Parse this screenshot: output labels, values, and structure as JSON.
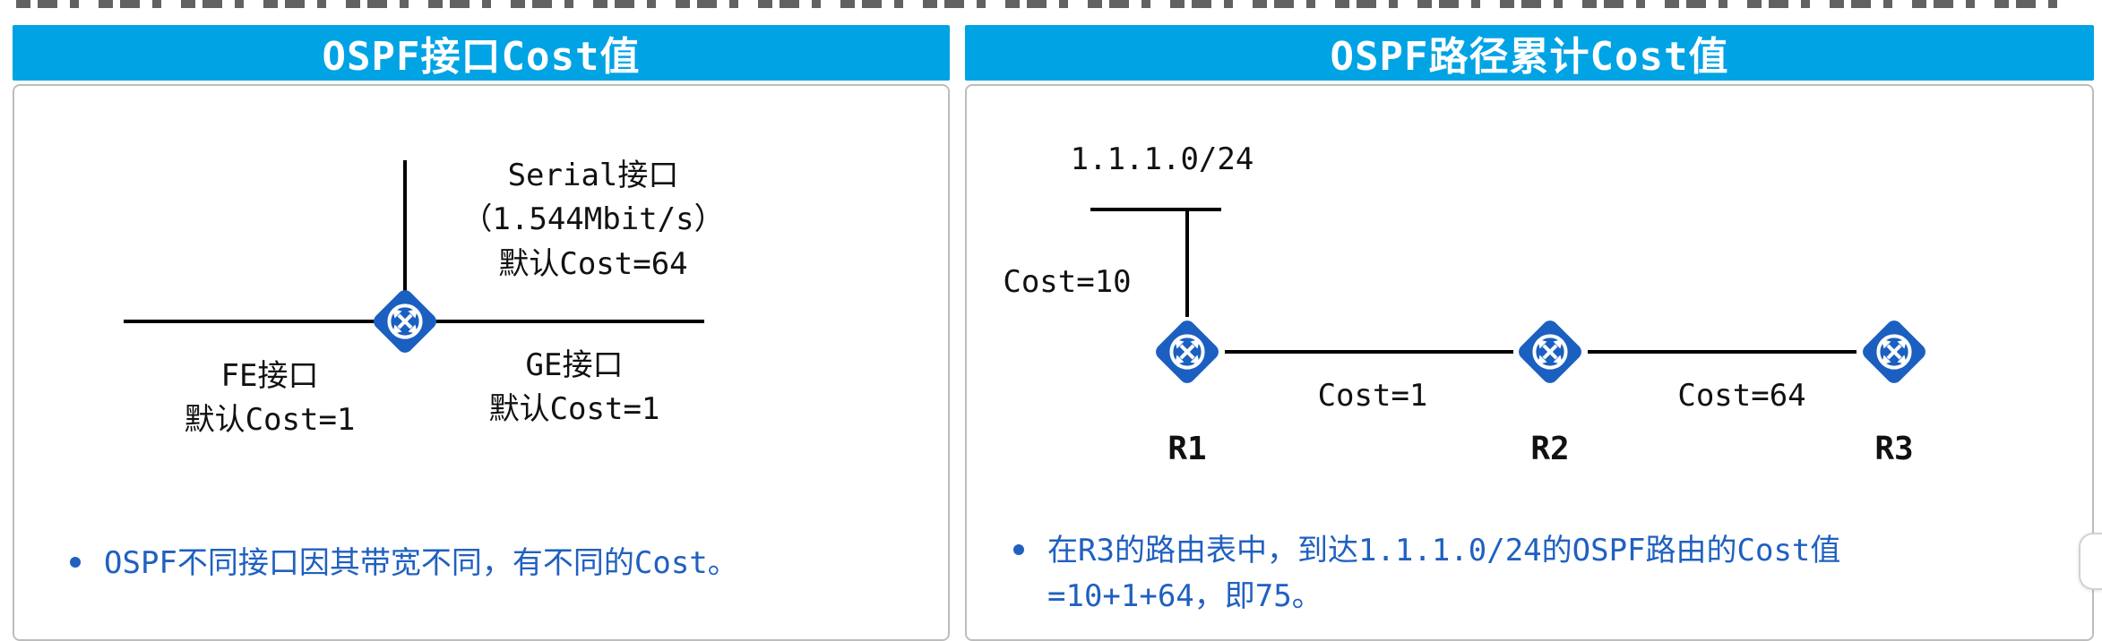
{
  "left_panel": {
    "title": "OSPF接口Cost值",
    "serial_line1": "Serial接口",
    "serial_line2": "（1.544Mbit/s）",
    "serial_line3": "默认Cost=64",
    "fe_line1": "FE接口",
    "fe_line2": "默认Cost=1",
    "ge_line1": "GE接口",
    "ge_line2": "默认Cost=1",
    "bullet": "OSPF不同接口因其带宽不同，有不同的Cost。"
  },
  "right_panel": {
    "title": "OSPF路径累计Cost值",
    "network_label": "1.1.1.0/24",
    "cost_network_r1": "Cost=10",
    "cost_r1_r2": "Cost=1",
    "cost_r2_r3": "Cost=64",
    "router_names": [
      "R1",
      "R2",
      "R3"
    ],
    "bullet_line1": "在R3的路由表中，到达1.1.1.0/24的OSPF路由的Cost值",
    "bullet_line2": "=10+1+64，即75。"
  },
  "colors": {
    "header_bg": "#00a3e4",
    "router_blue": "#1b5fc1",
    "bullet_text": "#2060c0",
    "line_black": "#000000",
    "panel_border": "#bdbdbd"
  }
}
